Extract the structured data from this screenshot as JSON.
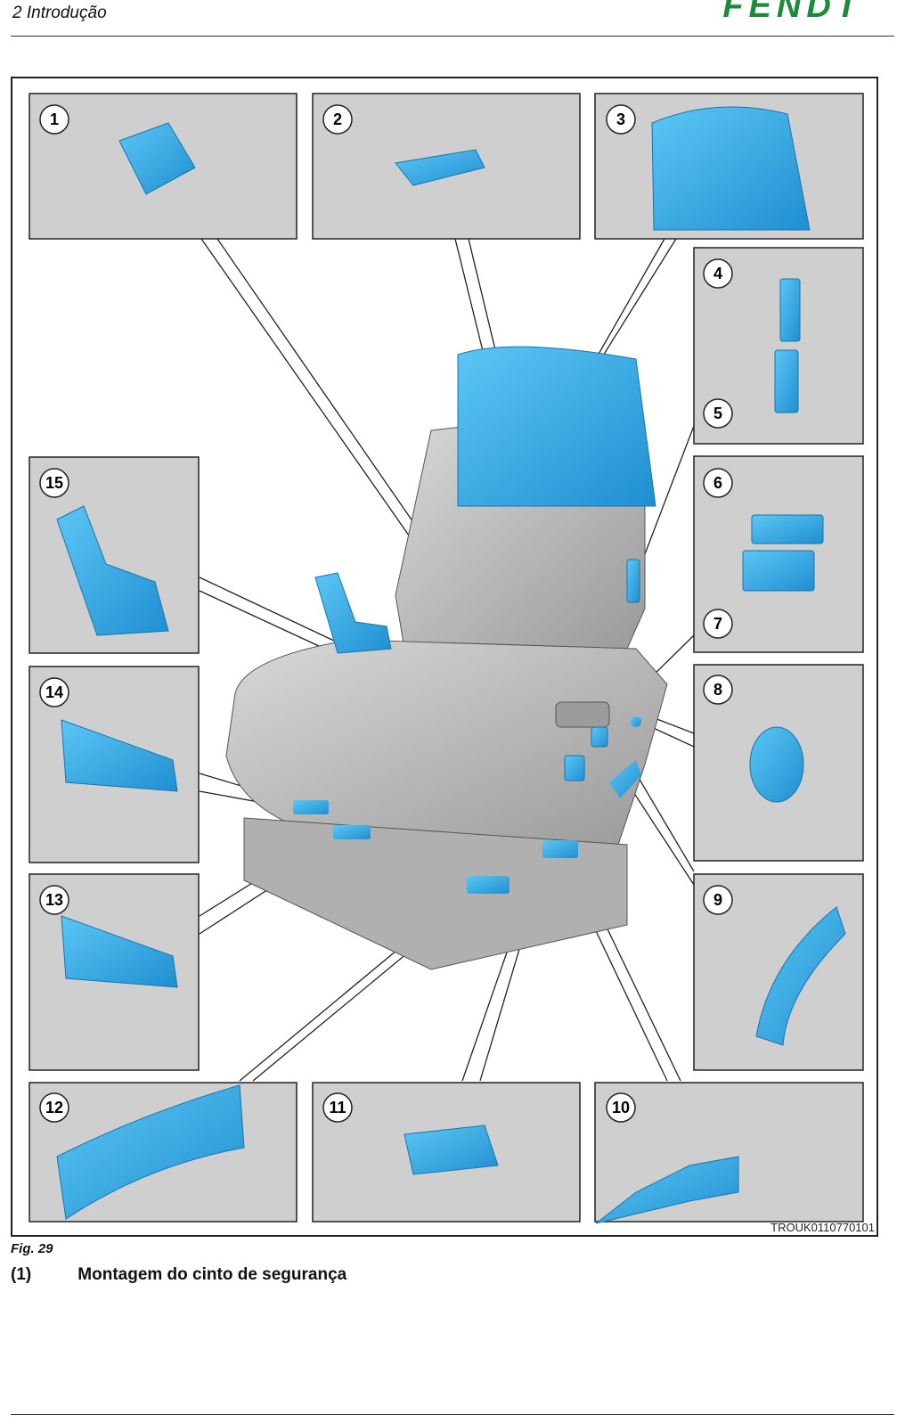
{
  "header": {
    "section_title": "2 Introdução",
    "brand": "FENDT"
  },
  "figure": {
    "callouts": [
      "1",
      "2",
      "3",
      "4",
      "5",
      "6",
      "7",
      "8",
      "9",
      "10",
      "11",
      "12",
      "13",
      "14",
      "15"
    ],
    "reference_code": "TROUK0110770101",
    "caption": "Fig. 29",
    "accent_color": "#2aa7e6",
    "seat_color": "#8e8e8e"
  },
  "legend": {
    "items": [
      {
        "number": "(1)",
        "text": "Montagem do cinto de segurança"
      }
    ]
  }
}
